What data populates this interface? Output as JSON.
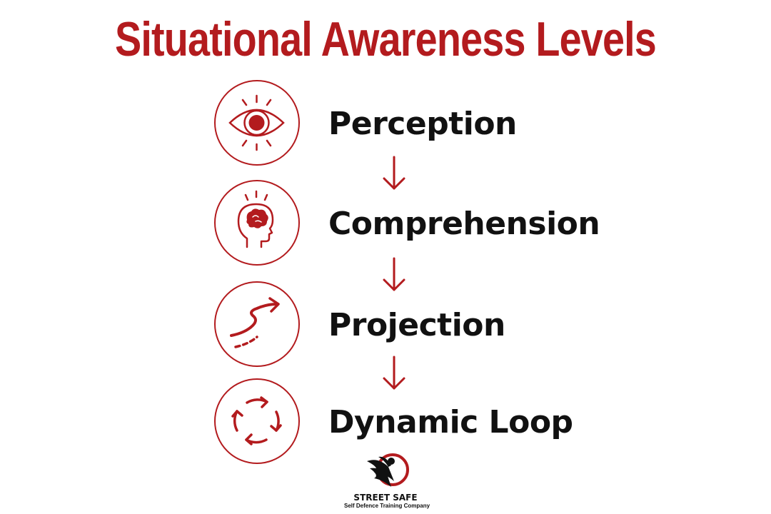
{
  "title": "Situational Awareness Levels",
  "steps": [
    {
      "label": "Perception",
      "icon": "eye-icon"
    },
    {
      "label": "Comprehension",
      "icon": "head-brain-icon"
    },
    {
      "label": "Projection",
      "icon": "winding-path-arrow-icon"
    },
    {
      "label": "Dynamic Loop",
      "icon": "cycle-arrows-icon"
    }
  ],
  "logo": {
    "brand": "STREET SAFE",
    "tagline": "Self Defence Training Company"
  },
  "colors": {
    "accent": "#b31b1e",
    "text": "#111111",
    "background": "#ffffff"
  }
}
